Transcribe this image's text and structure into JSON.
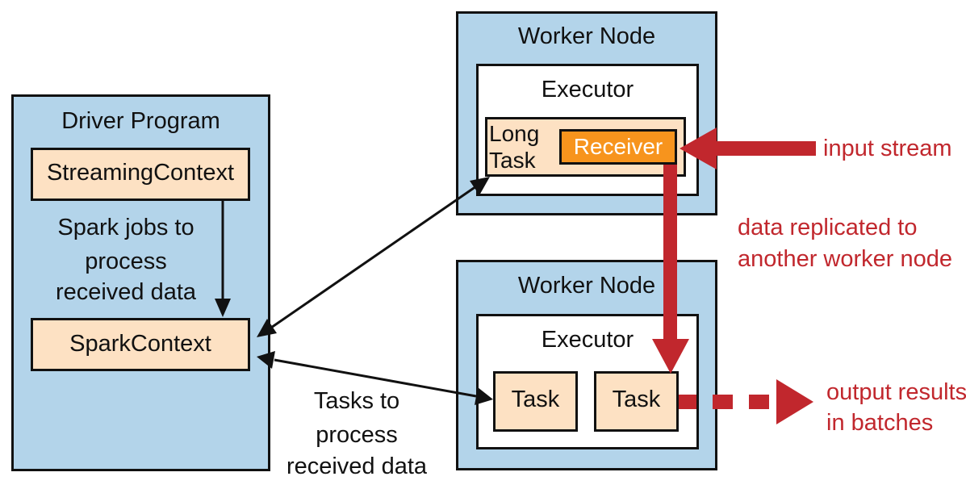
{
  "driver": {
    "title": "Driver Program",
    "streaming_context": "StreamingContext",
    "jobs_label": [
      "Spark jobs to",
      "process",
      "received data"
    ],
    "spark_context": "SparkContext"
  },
  "worker_top": {
    "title": "Worker Node",
    "executor": "Executor",
    "long_task": [
      "Long",
      "Task"
    ],
    "receiver": "Receiver"
  },
  "worker_bottom": {
    "title": "Worker Node",
    "executor": "Executor",
    "task_1": "Task",
    "task_2": "Task"
  },
  "annotations": {
    "input_stream": "input stream",
    "replicated": [
      "data replicated to",
      "another worker node"
    ],
    "output": [
      "output results",
      "in batches"
    ],
    "tasks_label": [
      "Tasks to",
      "process",
      "received data"
    ]
  },
  "colors": {
    "node_fill": "#b3d4ea",
    "task_fill": "#fde1c3",
    "receiver_fill": "#f7941d",
    "stream_red": "#c1272d"
  }
}
